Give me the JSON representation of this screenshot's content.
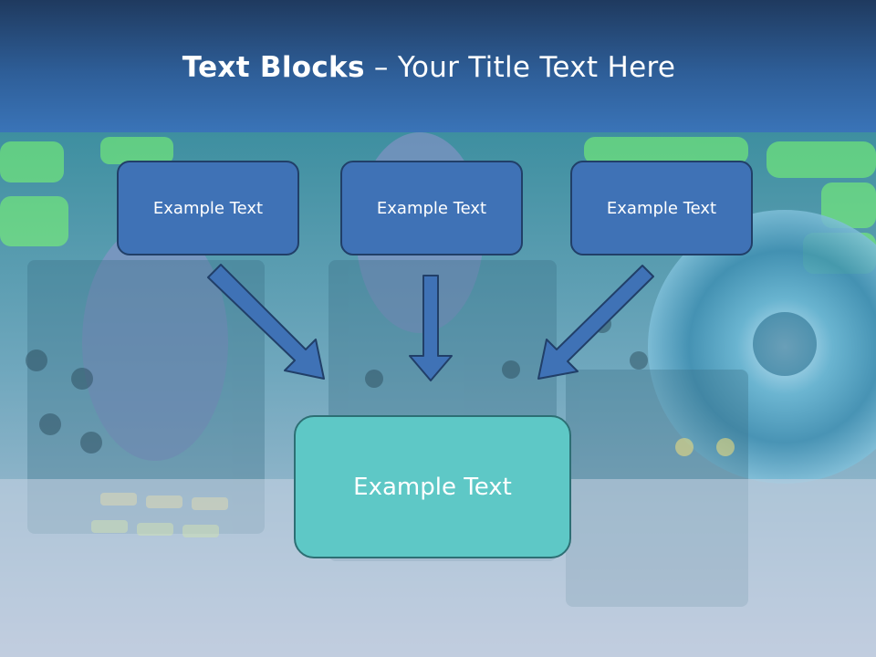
{
  "slide": {
    "title_bold": "Text Blocks",
    "title_rest": " – Your Title Text Here"
  },
  "diagram": {
    "top_boxes": [
      {
        "label": "Example Text"
      },
      {
        "label": "Example Text"
      },
      {
        "label": "Example Text"
      }
    ],
    "main_box": {
      "label": "Example Text"
    }
  },
  "colors": {
    "title_band": "#2e5e98",
    "box_fill": "#3f72b6",
    "box_border": "#213f68",
    "main_box_fill": "#5ec8c6",
    "arrow_fill": "#3f72b6"
  }
}
